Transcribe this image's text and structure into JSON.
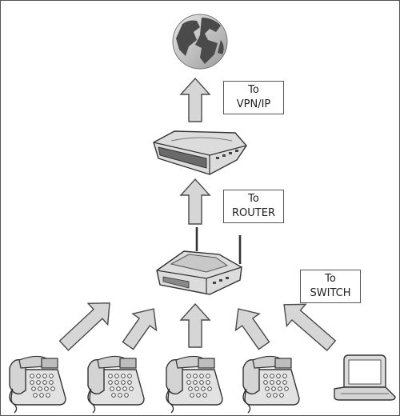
{
  "labels": {
    "vpn": {
      "line1": "To",
      "line2": "VPN/IP"
    },
    "router": {
      "line1": "To",
      "line2": "ROUTER"
    },
    "switch": {
      "line1": "To",
      "line2": "SWITCH"
    }
  },
  "icons": {
    "globe": "globe-icon",
    "router": "router-icon",
    "switch": "wireless-access-point-icon",
    "phone": "desk-phone-icon",
    "laptop": "laptop-icon"
  },
  "colors": {
    "arrow_fill": "#d6d6d6",
    "stroke": "#4a4a4a",
    "device_fill": "#dcdcdc"
  }
}
